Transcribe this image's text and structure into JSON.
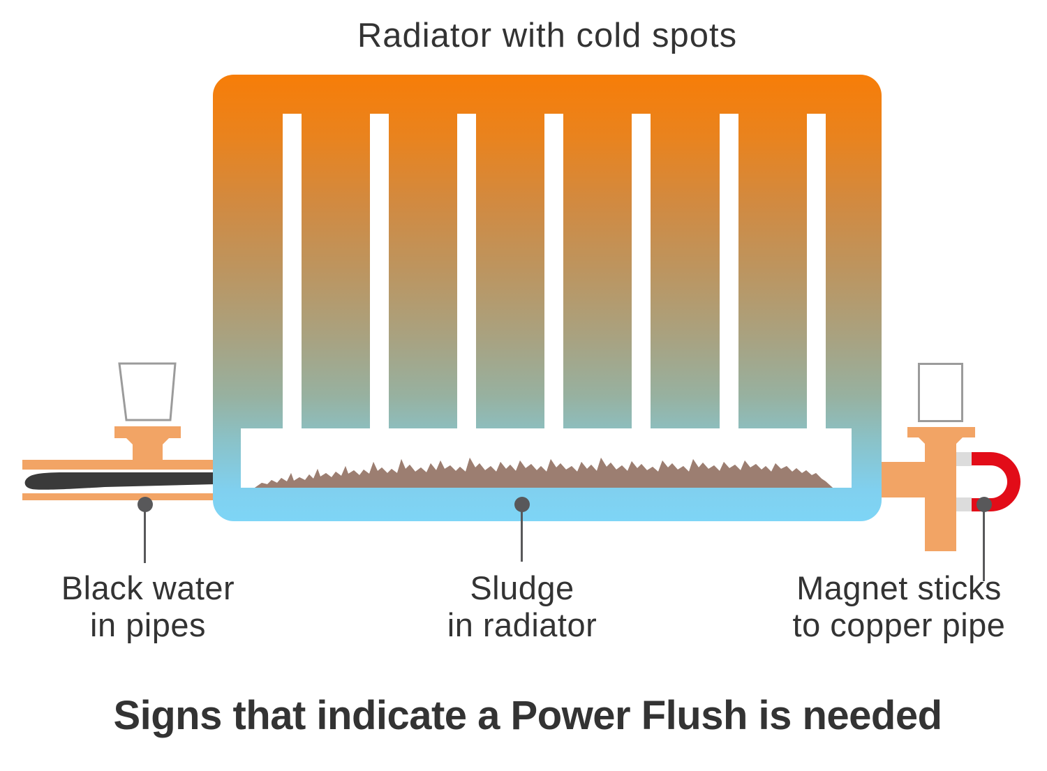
{
  "titles": {
    "top": "Radiator with cold spots",
    "bottom": "Signs that indicate a Power Flush is needed"
  },
  "labels": {
    "black_water": {
      "line1": "Black water",
      "line2": "in pipes"
    },
    "sludge": {
      "line1": "Sludge",
      "line2": "in radiator"
    },
    "magnet": {
      "line1": "Magnet sticks",
      "line2": "to copper pipe"
    }
  },
  "colors": {
    "background": "#FFFFFF",
    "text": "#333333",
    "radiator_hot": "#F77D08",
    "radiator_cold": "#7ED5F6",
    "pipe_orange": "#F2A465",
    "magnet_red": "#E20C18",
    "magnet_cap_gray": "#DCDCDC",
    "cup_border_gray": "#9B9B9B",
    "water_black": "#3A3A3A",
    "sludge_brown": "#9C7E71",
    "sludge_speckle": "#6F564C",
    "pointer_gray": "#58585A"
  }
}
